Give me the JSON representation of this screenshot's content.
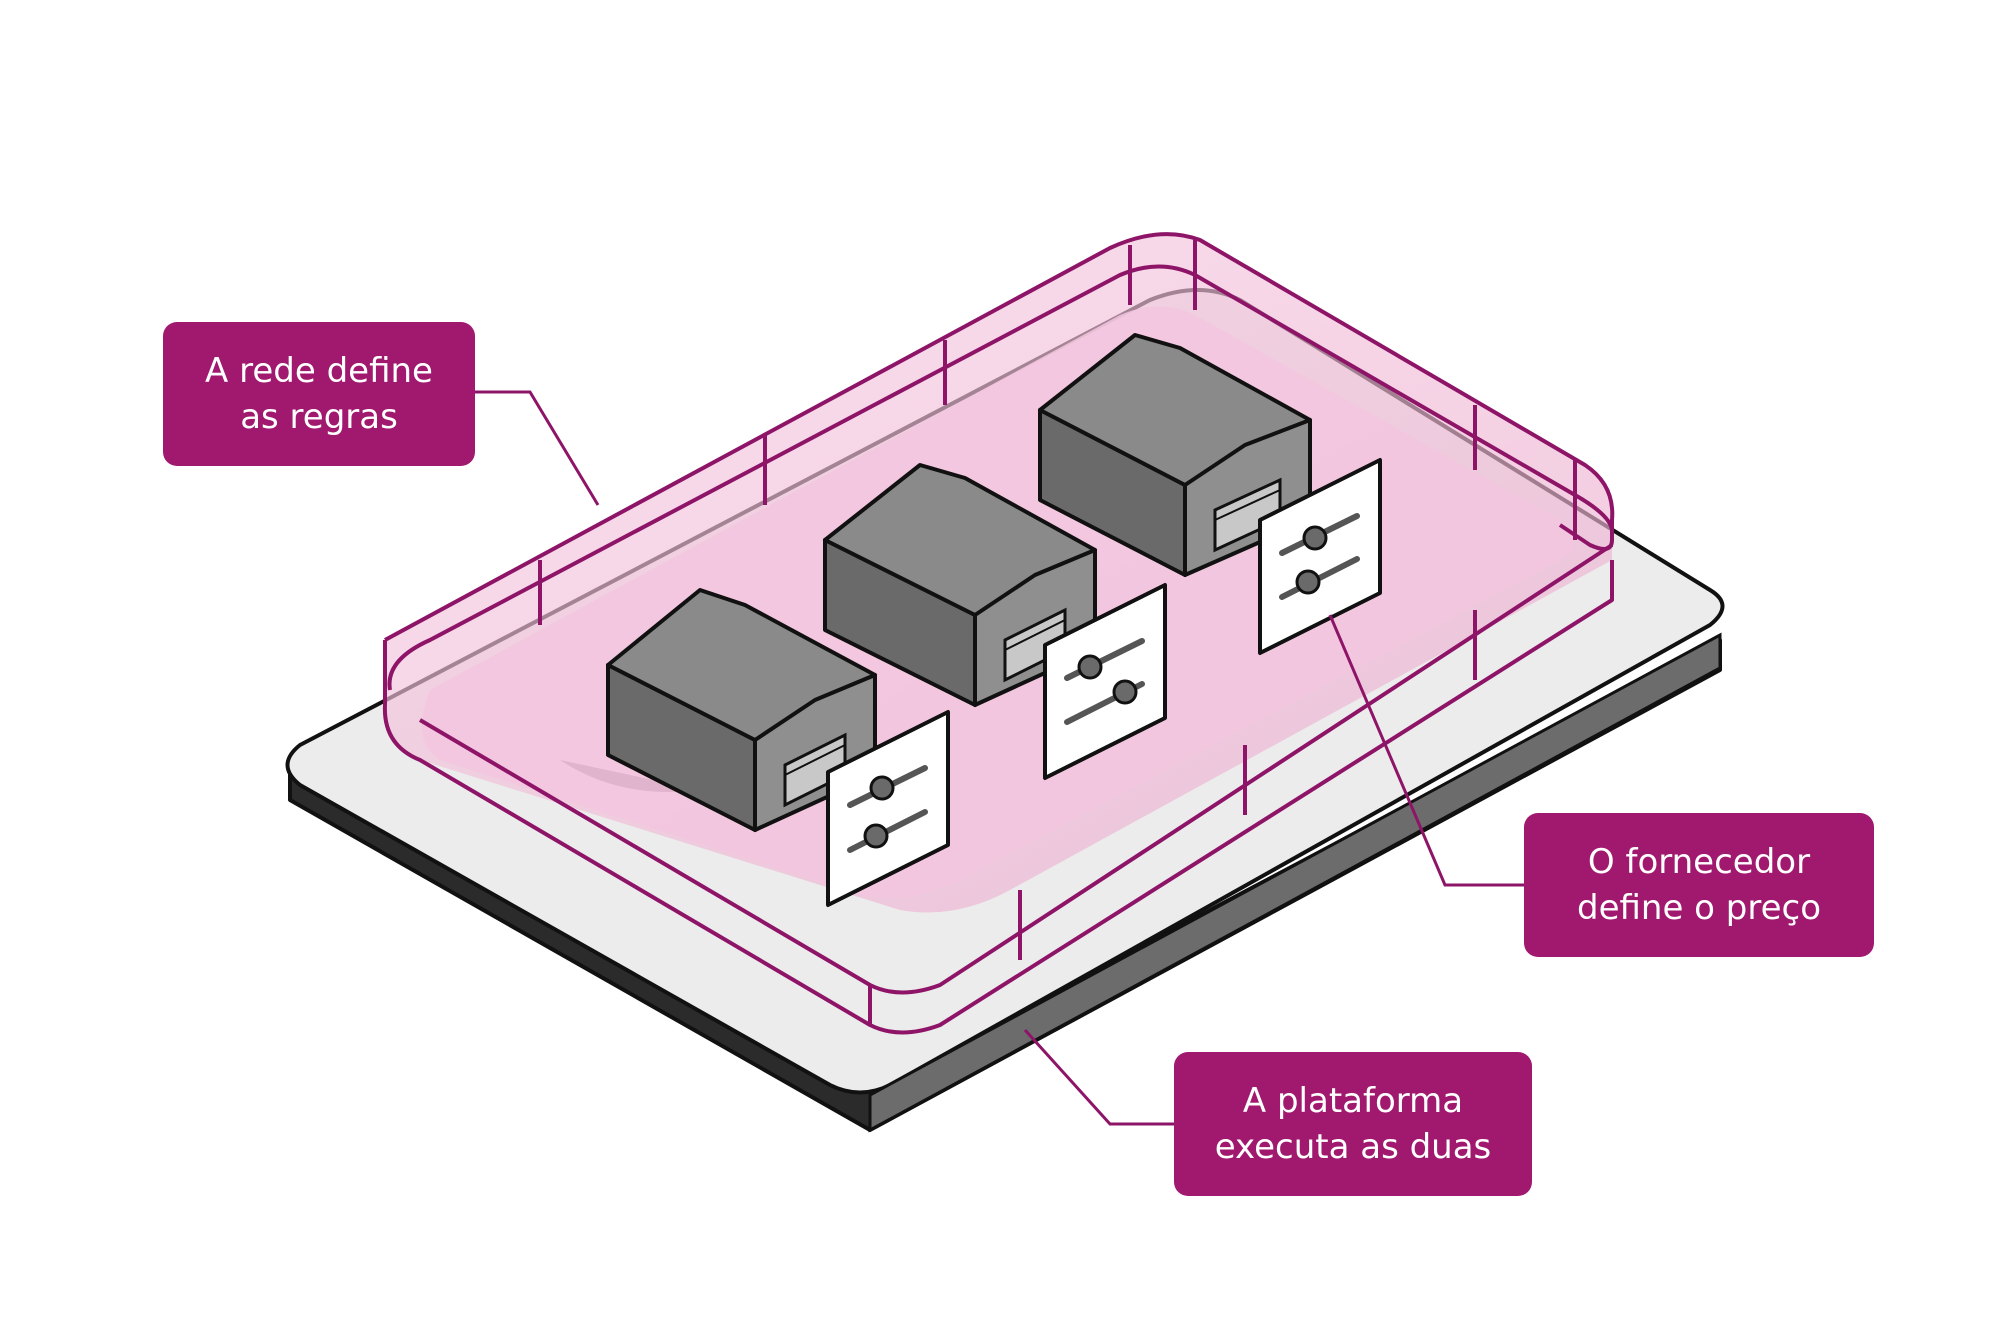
{
  "callouts": {
    "network": {
      "line1": "A rede define",
      "line2": "as regras"
    },
    "supplier": {
      "line1": "O fornecedor",
      "line2": "define o preço"
    },
    "platform": {
      "line1": "A plataforma",
      "line2": "executa as duas"
    }
  },
  "colors": {
    "accent": "#a0196f",
    "fence_fill": "#f2c4dd",
    "warehouse_dark": "#6b6b6b",
    "warehouse_light": "#8f8f8f",
    "base_top": "#ededed",
    "base_side": "#262626"
  },
  "icons": [
    "warehouse-icon",
    "slider-panel-icon"
  ]
}
